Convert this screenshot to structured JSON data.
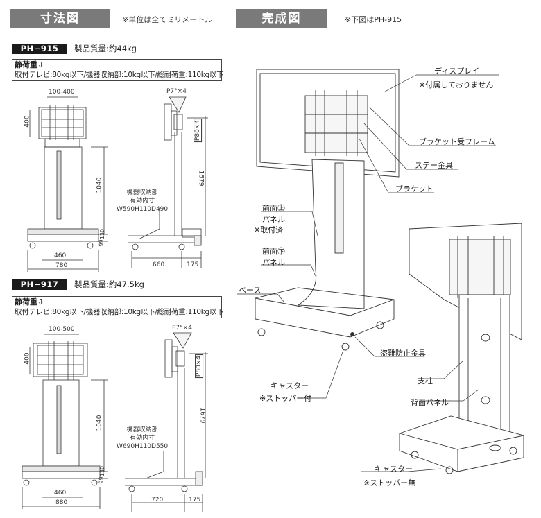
{
  "headers": {
    "dimensions": "寸法図",
    "dimensions_note": "※単位は全てミリメートル",
    "complete": "完成図",
    "complete_note": "※下図はPH-915"
  },
  "products": [
    {
      "model": "PH−915",
      "weight": "製品質量:約44kg",
      "spec_title": "静荷重⇩",
      "spec_text": "取付テレビ:80kg以下/機器収納部:10kg以下/総耐荷重:110kg以下",
      "dims": {
        "vesa": "100-400",
        "vesa_height": "400",
        "height_1040": "1040",
        "base_99": "99",
        "base_130": "130",
        "width_460": "460",
        "width_total": "780",
        "pitch": "P7°×4",
        "p80": "P80×4",
        "height_1679": "1679",
        "depth": "660",
        "depth_extra": "175"
      },
      "storage": [
        "機器収納部",
        "有効内寸",
        "W590H110D490"
      ]
    },
    {
      "model": "PH−917",
      "weight": "製品質量:約47.5kg",
      "spec_title": "静荷重⇩",
      "spec_text": "取付テレビ:80kg以下/機器収納部:10kg以下/総耐荷重:110kg以下",
      "dims": {
        "vesa": "100-500",
        "vesa_height": "400",
        "height_1040": "1040",
        "base_99": "99",
        "base_130": "130",
        "width_460": "460",
        "width_total": "880",
        "pitch": "P7°×4",
        "p80": "P80×4",
        "height_1679": "1679",
        "depth": "720",
        "depth_extra": "175"
      },
      "storage": [
        "機器収納部",
        "有効内寸",
        "W690H110D550"
      ]
    }
  ],
  "callouts": {
    "display": "ディスプレイ",
    "display_note": "※付属しておりません",
    "bracket_frame": "ブラケット受フレーム",
    "stay": "ステー金具",
    "bracket": "ブラケット",
    "front_upper_1": "前面㊤",
    "front_upper_2": "パネル",
    "front_upper_note": "※取付済",
    "front_lower_1": "前面㊦",
    "front_lower_2": "パネル",
    "base": "ベース",
    "antitheft": "盗難防止金具",
    "caster1": "キャスター",
    "caster1_note": "※ストッパー付",
    "pillar": "支柱",
    "back_panel": "背面パネル",
    "caster2": "キャスター",
    "caster2_note": "※ストッパー無"
  }
}
